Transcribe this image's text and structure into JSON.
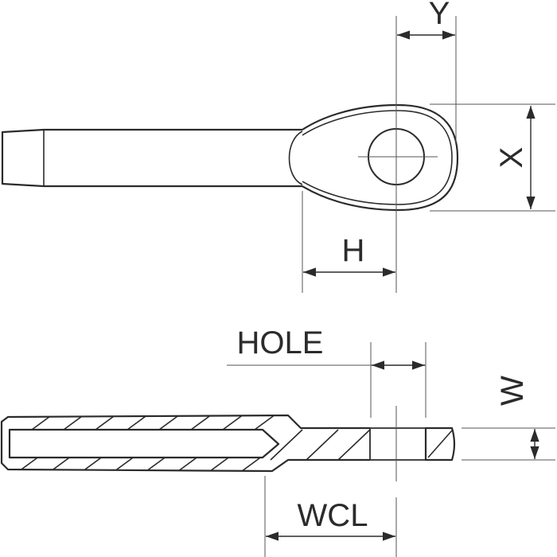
{
  "diagram": {
    "labels": {
      "y": "Y",
      "x": "X",
      "h": "H",
      "hole": "HOLE",
      "w": "W",
      "wcl": "WCL"
    },
    "colors": {
      "outline": "#2b2b2b",
      "dimension": "#555555",
      "background": "#ffffff"
    }
  }
}
